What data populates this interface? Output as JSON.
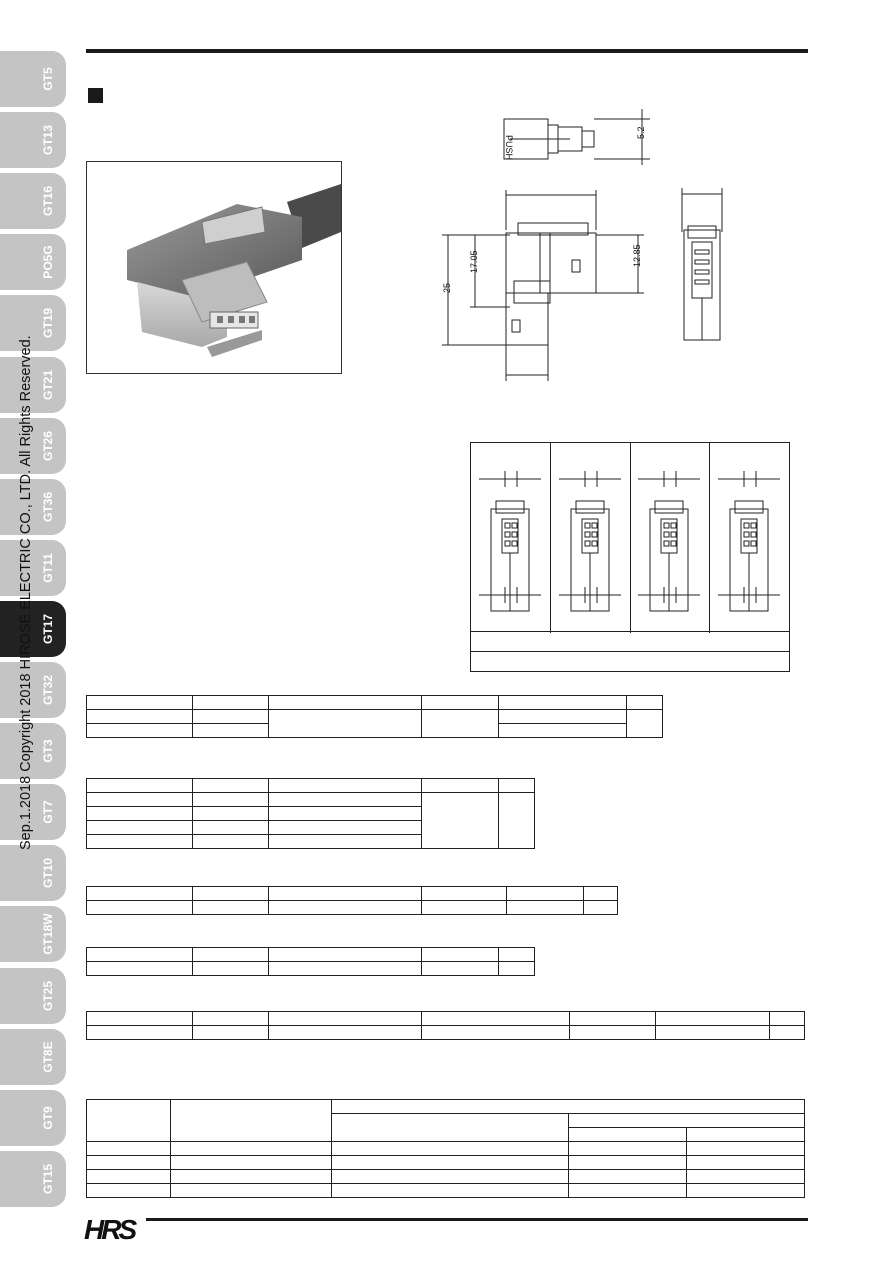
{
  "side_tabs": [
    "GT5",
    "GT13",
    "GT16",
    "PO5G",
    "GT19",
    "GT21",
    "GT26",
    "GT36",
    "GT11",
    "GT17",
    "GT32",
    "GT3",
    "GT7",
    "GT10",
    "GT18W",
    "GT25",
    "GT8E",
    "GT9",
    "GT15"
  ],
  "active_tab": "GT17",
  "copyright": "Sep.1.2018  Copyright 2018 HIROSE ELECTRIC CO., LTD. All Rights Reserved.",
  "dimensions": {
    "top_height": "5.2",
    "left_overall": "25",
    "left_inner": "17.05",
    "right_height": "12.85",
    "push_text": "PUSH"
  },
  "logo": "HRS"
}
